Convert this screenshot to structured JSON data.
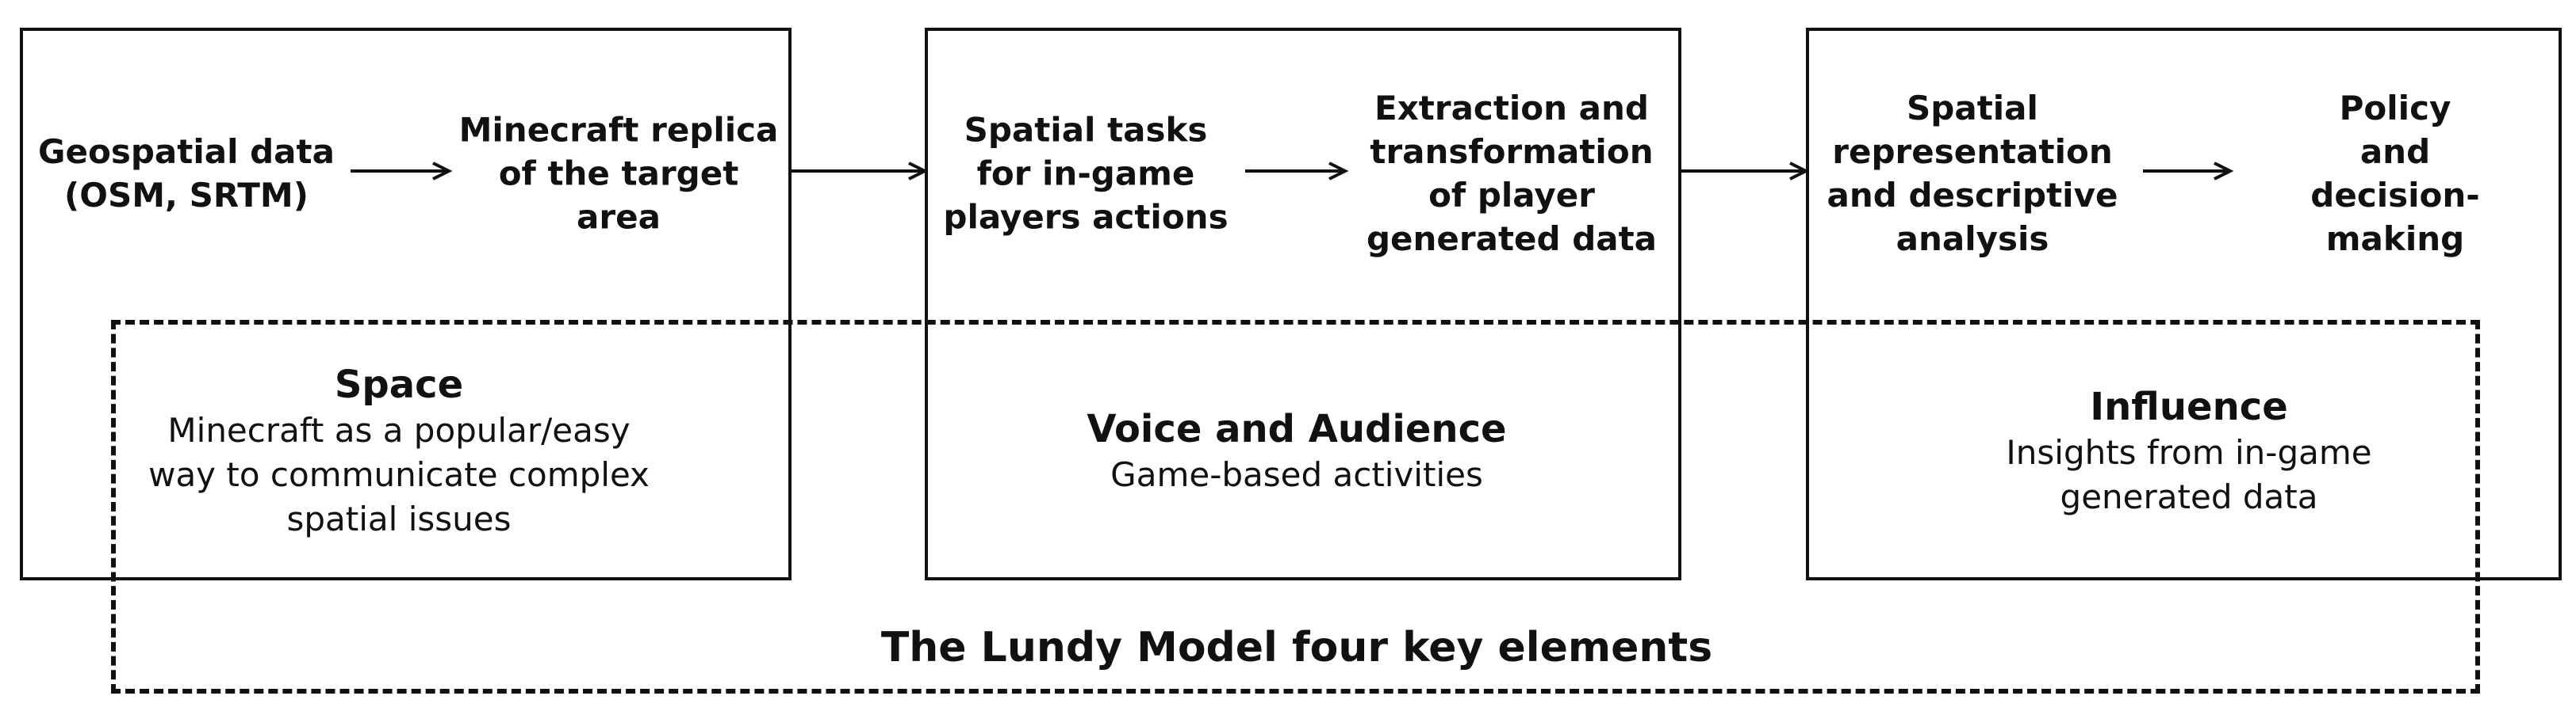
{
  "nodes": {
    "geospatial": "Geospatial data\n(OSM, SRTM)",
    "replica": "Minecraft replica\nof the target\narea",
    "tasks": "Spatial tasks\nfor in-game\nplayers actions",
    "extraction": "Extraction and\ntransformation\nof player\ngenerated data",
    "representation": "Spatial\nrepresentation\nand descriptive\nanalysis",
    "policy": "Policy and\ndecision-making"
  },
  "sections": {
    "space": {
      "title": "Space",
      "description": "Minecraft as a popular/easy\nway to communicate complex\nspatial issues"
    },
    "voice": {
      "title": "Voice and Audience",
      "description": "Game-based activities"
    },
    "influence": {
      "title": "Influence",
      "description": "Insights from in-game\ngenerated data"
    }
  },
  "footer": "The Lundy Model four key elements"
}
